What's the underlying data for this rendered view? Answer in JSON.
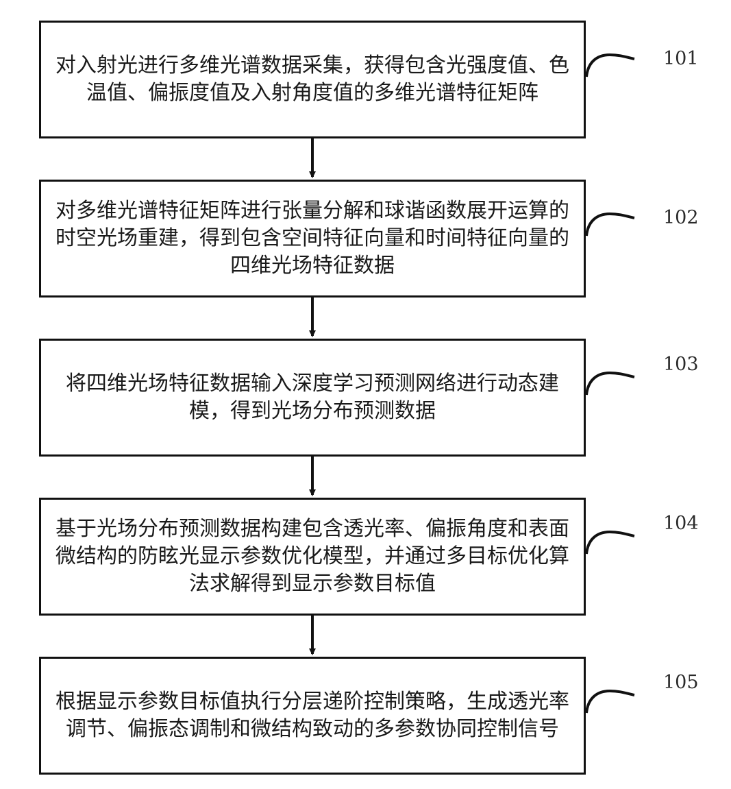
{
  "steps": [
    {
      "id": "101",
      "text": "对入射光进行多维光谱数据采集，获得包含光强度值、色温值、偏振度值及入射角度值的多维光谱特征矩阵"
    },
    {
      "id": "102",
      "text": "对多维光谱特征矩阵进行张量分解和球谐函数展开运算的时空光场重建，得到包含空间特征向量和时间特征向量的四维光场特征数据"
    },
    {
      "id": "103",
      "text": "将四维光场特征数据输入深度学习预测网络进行动态建模，得到光场分布预测数据"
    },
    {
      "id": "104",
      "text": "基于光场分布预测数据构建包含透光率、偏振角度和表面微结构的防眩光显示参数优化模型，并通过多目标优化算法求解得到显示参数目标值"
    },
    {
      "id": "105",
      "text": "根据显示参数目标值执行分层递阶控制策略，生成透光率调节、偏振态调制和微结构致动的多参数协同控制信号"
    }
  ],
  "colors": {
    "line": "#111111",
    "text": "#1a1a1a",
    "background": "#ffffff"
  }
}
